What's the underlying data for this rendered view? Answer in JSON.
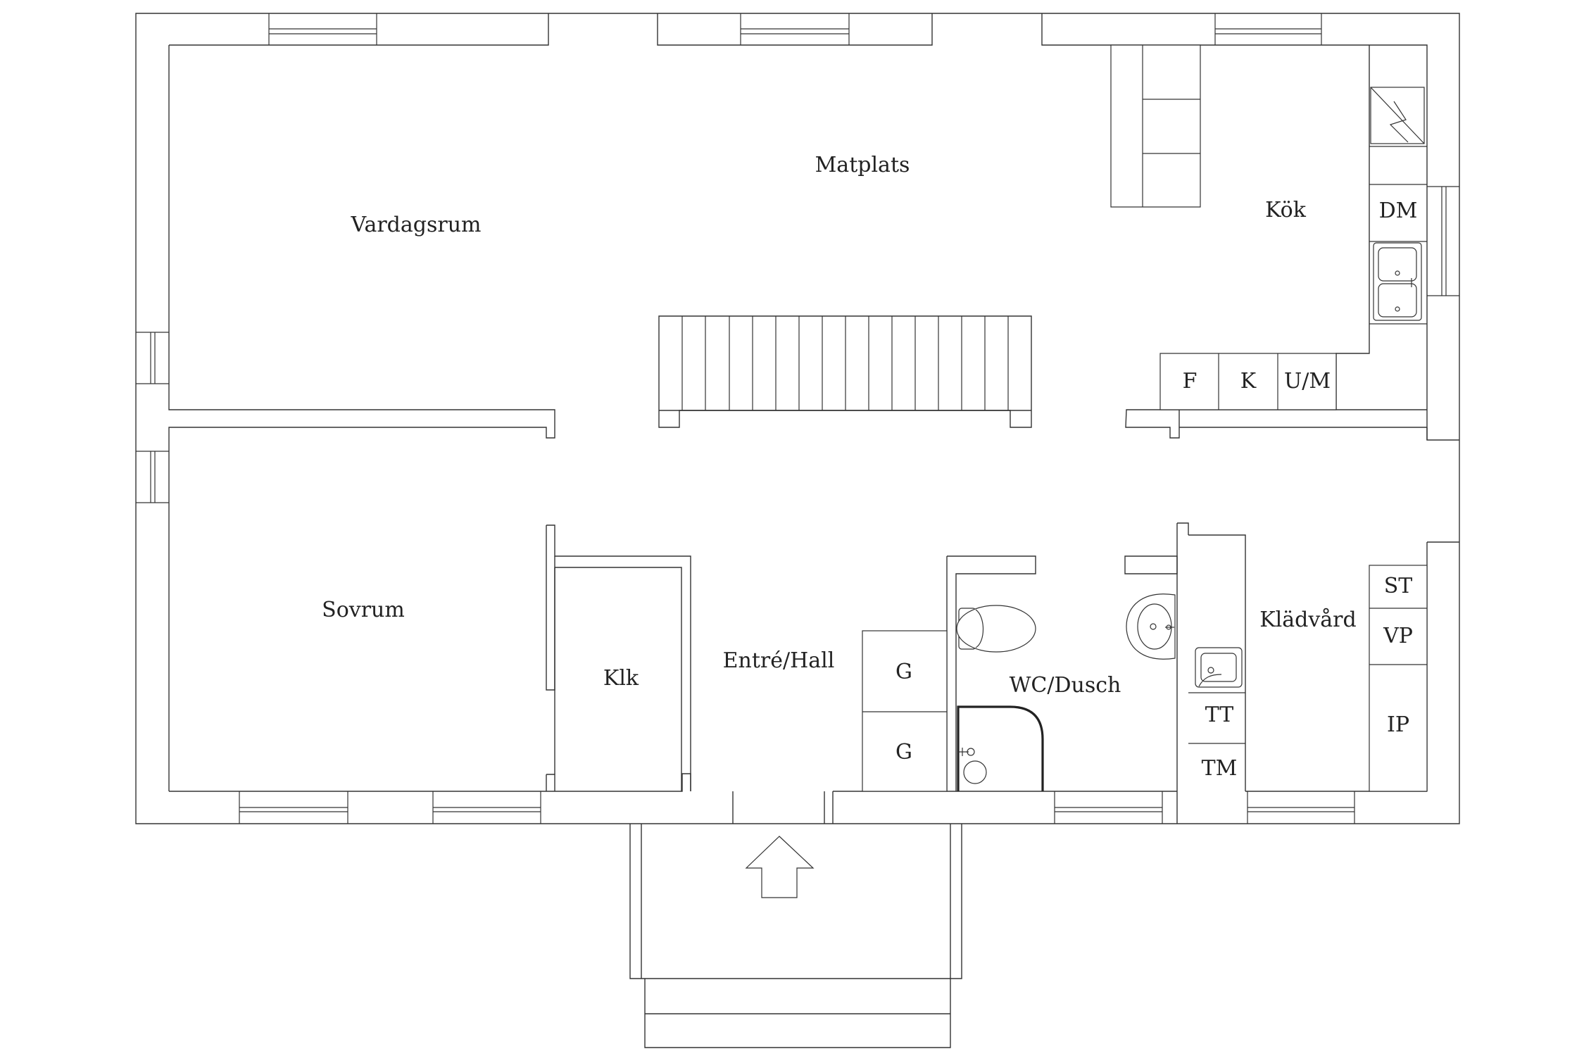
{
  "rooms": {
    "vardagsrum": "Vardagsrum",
    "matplats": "Matplats",
    "kok": "Kök",
    "sovrum": "Sovrum",
    "klk": "Klk",
    "entre": "Entré/Hall",
    "wc": "WC/Dusch",
    "kladvard": "Klädvård"
  },
  "fixtures": {
    "dm": "DM",
    "f": "F",
    "k": "K",
    "um": "U/M",
    "g1": "G",
    "g2": "G",
    "st": "ST",
    "vp": "VP",
    "ip": "IP",
    "tt": "TT",
    "tm": "TM"
  },
  "icons": {
    "entrance": "arrow-up-icon",
    "stove": "stove-icon",
    "kitchen_sink": "double-sink-icon",
    "toilet": "toilet-icon",
    "washbasin": "washbasin-icon",
    "laundry_sink": "laundry-sink-icon",
    "shower": "shower-icon"
  }
}
